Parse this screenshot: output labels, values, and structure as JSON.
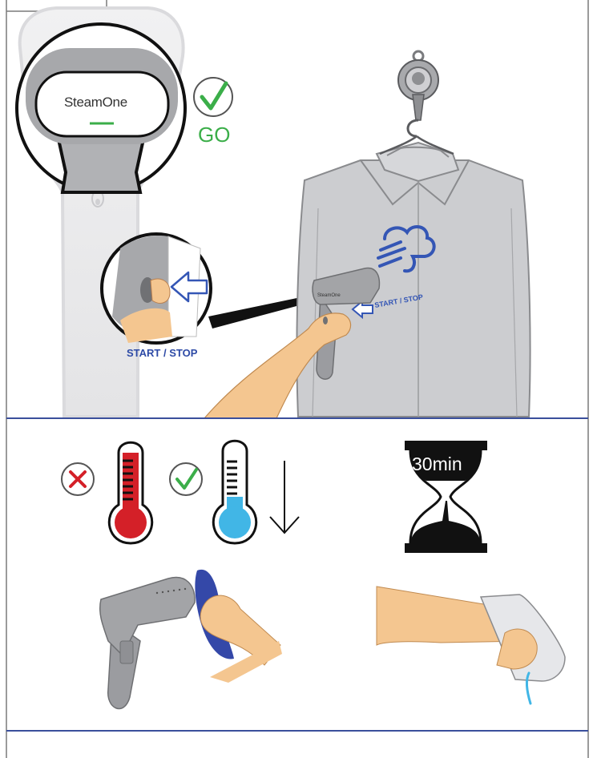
{
  "step1": {
    "brand_label": "SteamOne",
    "go_label": "GO",
    "button_label": "START / STOP",
    "button_label_small": "START / STOP",
    "device_label": "SteamOne"
  },
  "step2": {
    "timer_label": "30min"
  },
  "colors": {
    "frame_line": "#7a7a7a",
    "section_divider": "#3a4f9c",
    "steam_blue": "#3456b5",
    "go_green": "#3bae49",
    "hot_red": "#d42028",
    "cool_blue": "#41b6e6",
    "skin": "#f4c690",
    "device_gray": "#a3a4a7",
    "shirt_gray": "#cccdd0",
    "cloth_blue": "#3448a8"
  },
  "icons": [
    "check-icon",
    "cross-icon",
    "thermometer-hot-icon",
    "thermometer-cool-icon",
    "down-arrow-icon",
    "hourglass-icon",
    "steam-icon",
    "press-arrow-icon"
  ]
}
